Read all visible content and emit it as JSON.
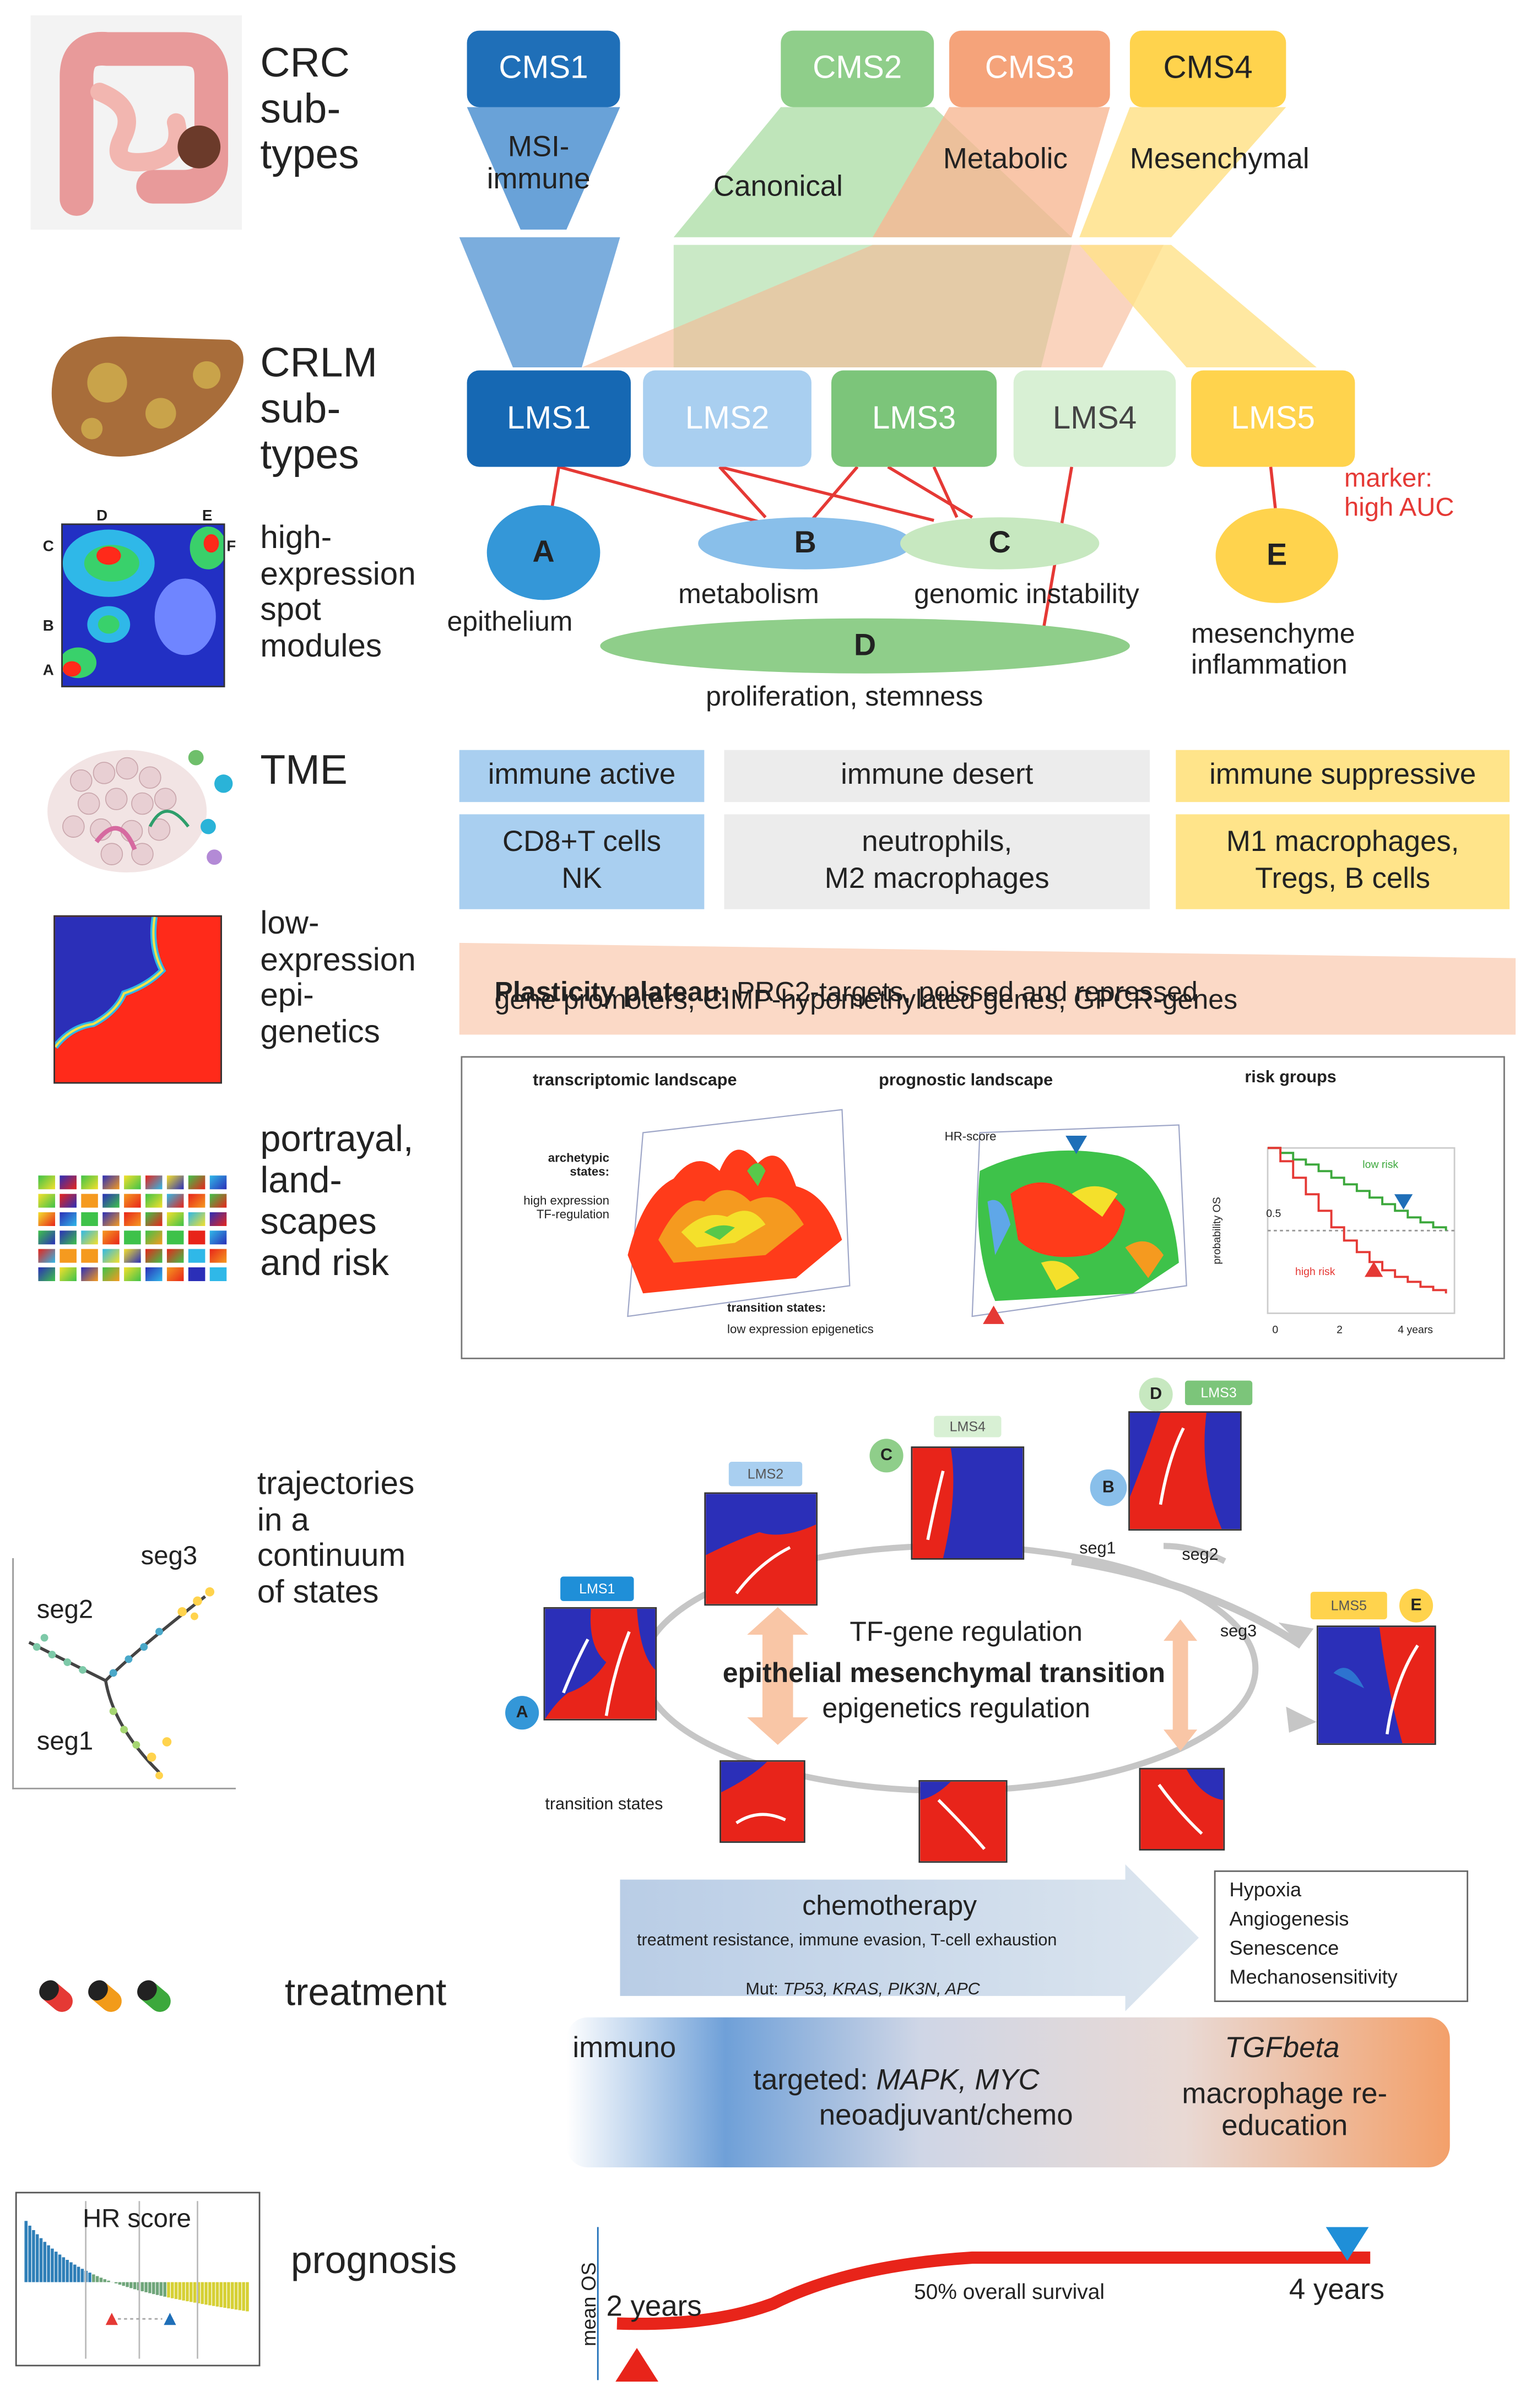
{
  "colors": {
    "cms1": "#1f6fb8",
    "cms2": "#8fce8a",
    "cms3": "#f5a37a",
    "cms4": "#ffd34d",
    "lms1": "#1668b3",
    "lms2": "#a9cff0",
    "lms3": "#7cc57a",
    "lms4": "#d8f0d4",
    "lms5": "#ffd34d",
    "marker_red": "#e53935"
  },
  "left": {
    "crc": "CRC\nsub-\ntypes",
    "crlm": "CRLM\nsub-\ntypes",
    "modules": "high-\nexpression\nspot\nmodules",
    "tme": "TME",
    "epigenetics": "low-\nexpression\nepi-\ngenetics",
    "portrayal": "portrayal,\nland-\nscapes\nand risk",
    "trajectories": "trajectories\nin a\ncontinuum\nof states",
    "treatment": "treatment",
    "prognosis": "prognosis",
    "map_letters": [
      "D",
      "E",
      "C",
      "F",
      "B",
      "A"
    ],
    "tree_labels": [
      "seg3",
      "seg2",
      "seg1"
    ],
    "hr_score": "HR score"
  },
  "cms": {
    "boxes": [
      "CMS1",
      "CMS2",
      "CMS3",
      "CMS4"
    ],
    "descriptions": [
      "MSI-\nimmune",
      "Canonical",
      "Metabolic",
      "Mesenchymal"
    ]
  },
  "lms": {
    "boxes": [
      "LMS1",
      "LMS2",
      "LMS3",
      "LMS4",
      "LMS5"
    ],
    "marker": "marker:\nhigh AUC"
  },
  "modules": {
    "letters": [
      "A",
      "B",
      "C",
      "D",
      "E"
    ],
    "labels": [
      "epithelium",
      "metabolism",
      "genomic instability",
      "proliferation, stemness",
      "mesenchyme\ninflammation"
    ]
  },
  "tme": {
    "headers": [
      "immune active",
      "immune desert",
      "immune suppressive"
    ],
    "cells": [
      "CD8+T cells\nNK",
      "neutrophils,\nM2 macrophages",
      "M1 macrophages,\nTregs, B cells"
    ]
  },
  "plasticity": {
    "bold": "Plasticity plateau:",
    "line1": " PRC2-targets, poissed and repressed",
    "line2": "gene promoters, CIMP-hypomethylated  genes, GPCR-genes"
  },
  "landscape": {
    "titles": [
      "transcriptomic landscape",
      "prognostic landscape",
      "risk groups"
    ],
    "archetypic_bold": "archetypic\nstates:",
    "archetypic": "high expression\nTF-regulation",
    "transition_bold": "transition states:",
    "transition": "low expression epigenetics",
    "hr_score": "HR-score",
    "y_axis": "probability OS",
    "half": "0.5",
    "low_risk": "low risk",
    "high_risk": "high risk",
    "x_ticks": [
      "0",
      "2",
      "4 years"
    ],
    "risk_low": [
      [
        0,
        1.0
      ],
      [
        0.3,
        0.97
      ],
      [
        0.6,
        0.93
      ],
      [
        0.9,
        0.9
      ],
      [
        1.2,
        0.86
      ],
      [
        1.5,
        0.82
      ],
      [
        1.8,
        0.78
      ],
      [
        2.1,
        0.74
      ],
      [
        2.4,
        0.7
      ],
      [
        2.7,
        0.66
      ],
      [
        3.0,
        0.62
      ],
      [
        3.3,
        0.58
      ],
      [
        3.6,
        0.55
      ],
      [
        3.9,
        0.52
      ],
      [
        4.2,
        0.5
      ]
    ],
    "risk_high": [
      [
        0,
        1.0
      ],
      [
        0.3,
        0.92
      ],
      [
        0.6,
        0.82
      ],
      [
        0.9,
        0.72
      ],
      [
        1.2,
        0.62
      ],
      [
        1.5,
        0.52
      ],
      [
        1.8,
        0.44
      ],
      [
        2.1,
        0.37
      ],
      [
        2.4,
        0.31
      ],
      [
        2.7,
        0.26
      ],
      [
        3.0,
        0.22
      ],
      [
        3.3,
        0.19
      ],
      [
        3.6,
        0.16
      ],
      [
        3.9,
        0.14
      ],
      [
        4.2,
        0.12
      ]
    ]
  },
  "trajectories": {
    "lms_tags": [
      "LMS1",
      "LMS2",
      "LMS4",
      "LMS3",
      "LMS5"
    ],
    "circles": [
      "A",
      "C",
      "D",
      "B",
      "E"
    ],
    "segments": [
      "seg1",
      "seg2",
      "seg3"
    ],
    "center1": "TF-gene regulation",
    "center2": "epithelial mesenchymal transition",
    "center3": "epigenetics regulation",
    "transition": "transition states"
  },
  "treatment": {
    "chemo": "chemotherapy",
    "chemo_sub": "treatment resistance, immune evasion, T-cell exhaustion",
    "mut_prefix": "Mut: ",
    "mut_genes": "TP53, KRAS, PIK3N, APC",
    "box_items": [
      "Hypoxia",
      "Angiogenesis",
      "Senescence",
      "Mechanosensitivity"
    ],
    "immuno": "immuno",
    "targeted_prefix": "targeted: ",
    "targeted_genes": "MAPK, MYC",
    "tgfbeta": "TGFbeta",
    "neoadjuvant": "neoadjuvant/chemo",
    "macrophage": "macrophage re-\neducation"
  },
  "prognosis": {
    "y_axis": "mean OS",
    "left": "2 years",
    "middle": "50% overall survival",
    "right": "4 years"
  }
}
